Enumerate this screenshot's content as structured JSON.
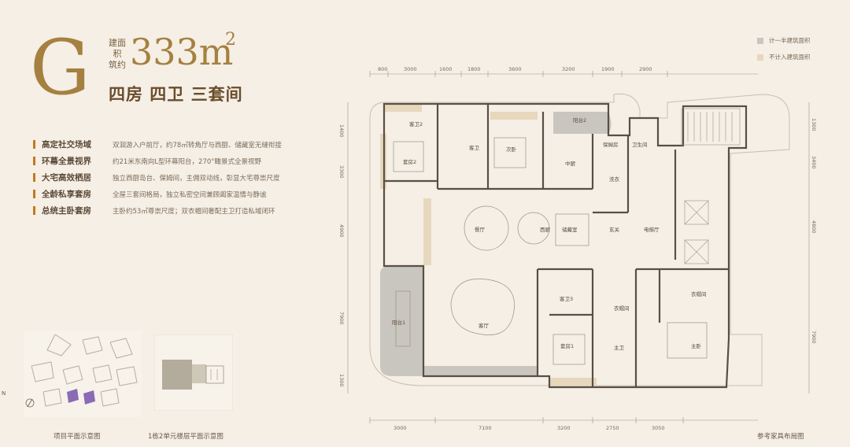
{
  "unit": {
    "letter": "G",
    "area_labels": [
      "建面",
      "积",
      "筑约"
    ],
    "area_value": "333m",
    "area_sup": "2",
    "subtitle": "四房 四卫 三套间"
  },
  "features": [
    {
      "title": "高定社交场域",
      "desc": "双洄游入户前厅，约78㎡转角厅与西厨、储藏室无缝衔接"
    },
    {
      "title": "环幕全景视界",
      "desc": "约21米东南向L型环幕阳台，270°瞰景式全景视野"
    },
    {
      "title": "大宅高效栖居",
      "desc": "独立西厨岛台、保姆间，主佣双动线，彰显大宅尊崇尺度"
    },
    {
      "title": "全龄私享套房",
      "desc": "全屋三套间格局，独立私密空间兼顾阖家温情与静谧"
    },
    {
      "title": "总统主卧套房",
      "desc": "主卧约53㎡尊崇尺度；双衣帽间奢配主卫打造私域闭环"
    }
  ],
  "legend": [
    {
      "label": "计一半建筑面积",
      "color": "#c9c6bf"
    },
    {
      "label": "不计入建筑面积",
      "color": "#e7d8bd"
    }
  ],
  "captions": {
    "site_plan": "项目平面示意图",
    "floor_plan": "1栋2单元楼层平面示意图",
    "furniture_note": "参考家具布局图",
    "north": "N"
  },
  "dimensions": {
    "top": [
      "800",
      "3000",
      "1600",
      "1800",
      "3600",
      "3200",
      "1900",
      "2900"
    ],
    "bottom": [
      "3000",
      "7100",
      "3200",
      "2750",
      "3050"
    ],
    "left": [
      "1400",
      "3300",
      "4900",
      "7900",
      "1300"
    ],
    "right": [
      "1300",
      "3400",
      "4800",
      "7900"
    ]
  },
  "rooms": {
    "bath2": "客卫2",
    "suite2": "套房2",
    "bath_guest": "客卫",
    "bedroom2": "次卧",
    "balcony2": "阳台2",
    "kitchen": "中厨",
    "nanny": "保姆房",
    "nanny_bath": "卫生间",
    "laundry": "洗衣",
    "dining": "餐厅",
    "west_kitchen": "西厨",
    "storage": "储藏室",
    "foyer": "玄关",
    "elevator_hall": "电梯厅",
    "bath3": "客卫3",
    "walkin1": "衣帽间",
    "walkin2": "衣帽间",
    "living": "客厅",
    "balcony1": "阳台1",
    "suite1": "套房1",
    "master_bath": "主卫",
    "master_bed": "主卧"
  }
}
